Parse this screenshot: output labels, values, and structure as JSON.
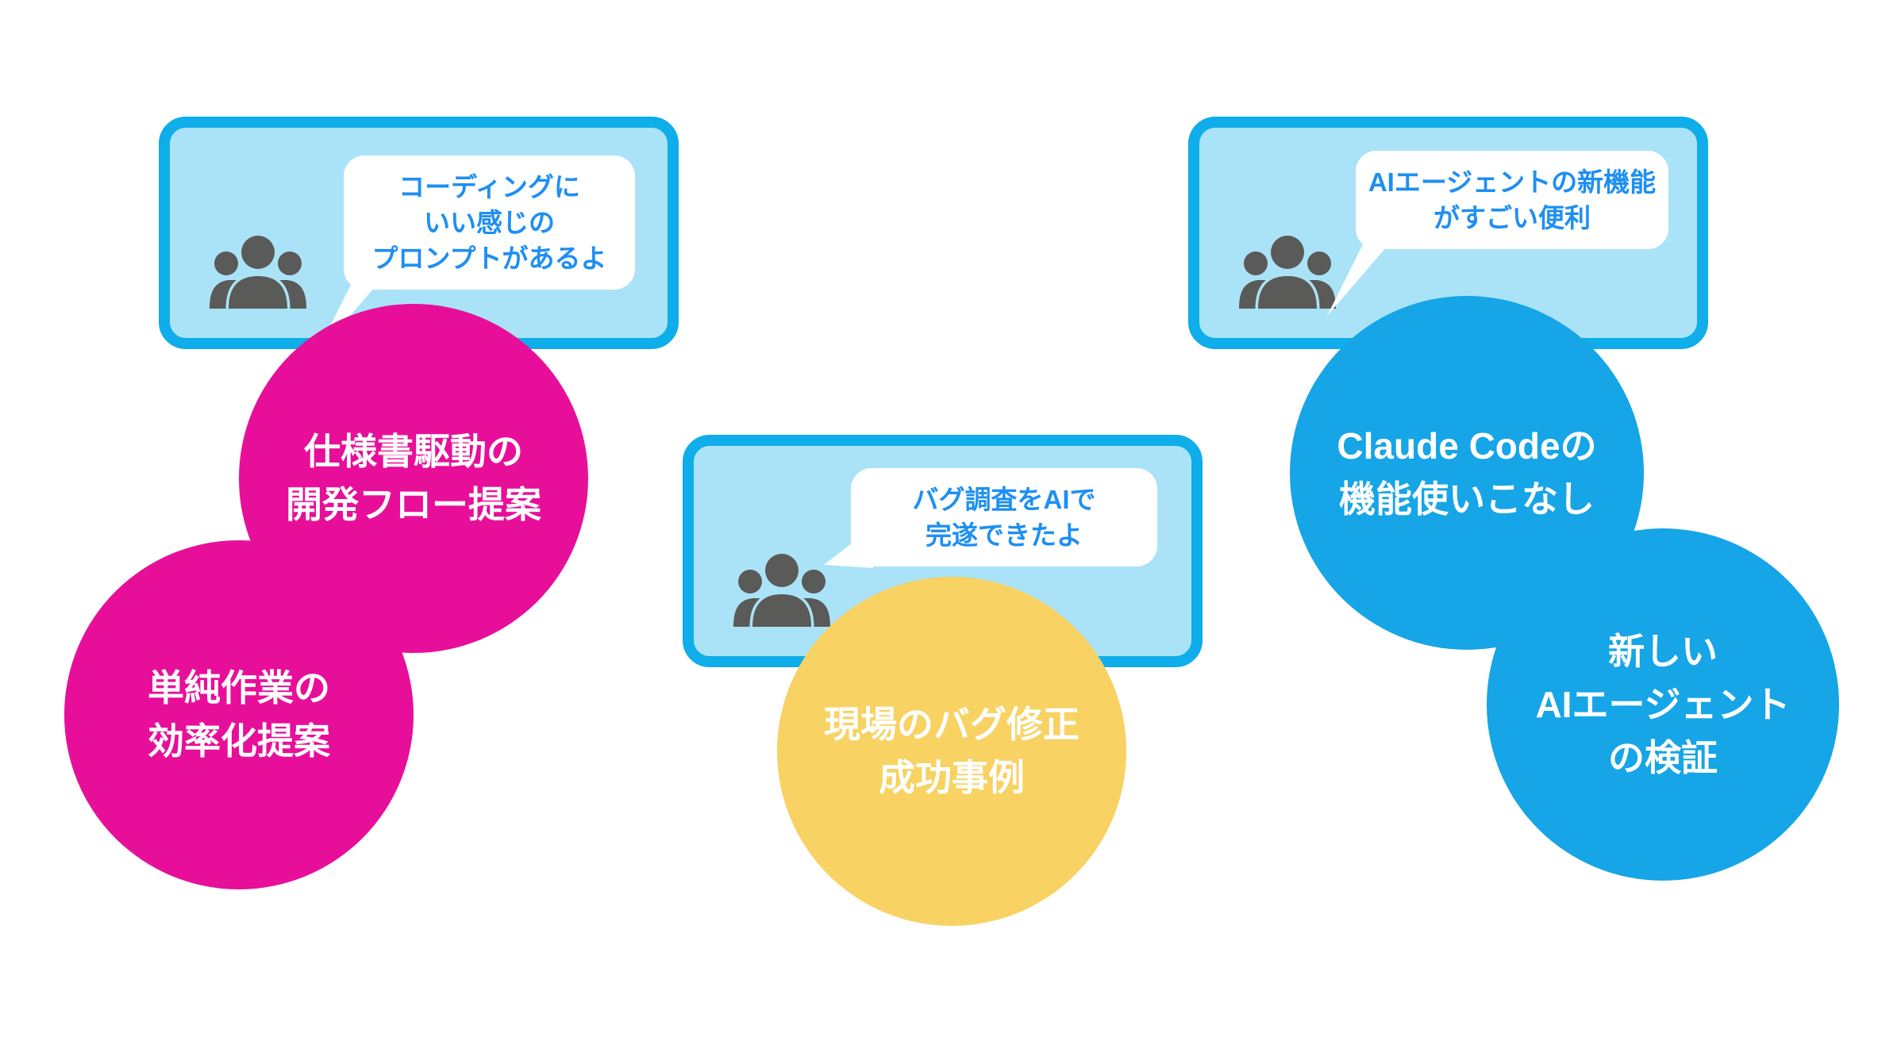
{
  "colors": {
    "canvas_bg": "#FFFFFF",
    "card_border": "#0FADE9",
    "card_bg": "#AAE3F7",
    "bubble_bg": "#FFFFFF",
    "bubble_text": "#1E8FF2",
    "icon_gray": "#5A5A58",
    "magenta": "#E70F9A",
    "yellow": "#F8D262",
    "blue": "#16A5E6"
  },
  "groups": [
    {
      "card": {
        "icon": "people-group-icon",
        "bubble_lines": [
          "コーディングに",
          "いい感じの",
          "プロンプトがあるよ"
        ]
      },
      "circles": [
        {
          "color": "magenta",
          "lines": [
            "仕様書駆動の",
            "開発フロー提案"
          ]
        },
        {
          "color": "magenta",
          "lines": [
            "単純作業の",
            "効率化提案"
          ]
        }
      ]
    },
    {
      "card": {
        "icon": "people-group-icon",
        "bubble_lines": [
          "バグ調査をAIで",
          "完遂できたよ"
        ]
      },
      "circles": [
        {
          "color": "yellow",
          "lines": [
            "現場のバグ修正",
            "成功事例"
          ]
        }
      ]
    },
    {
      "card": {
        "icon": "people-group-icon",
        "bubble_lines": [
          "AIエージェントの新機能",
          "がすごい便利"
        ]
      },
      "circles": [
        {
          "color": "blue",
          "lines": [
            "Claude Codeの",
            "機能使いこなし"
          ]
        },
        {
          "color": "blue",
          "lines": [
            "新しい",
            "AIエージェント",
            "の検証"
          ]
        }
      ]
    }
  ]
}
